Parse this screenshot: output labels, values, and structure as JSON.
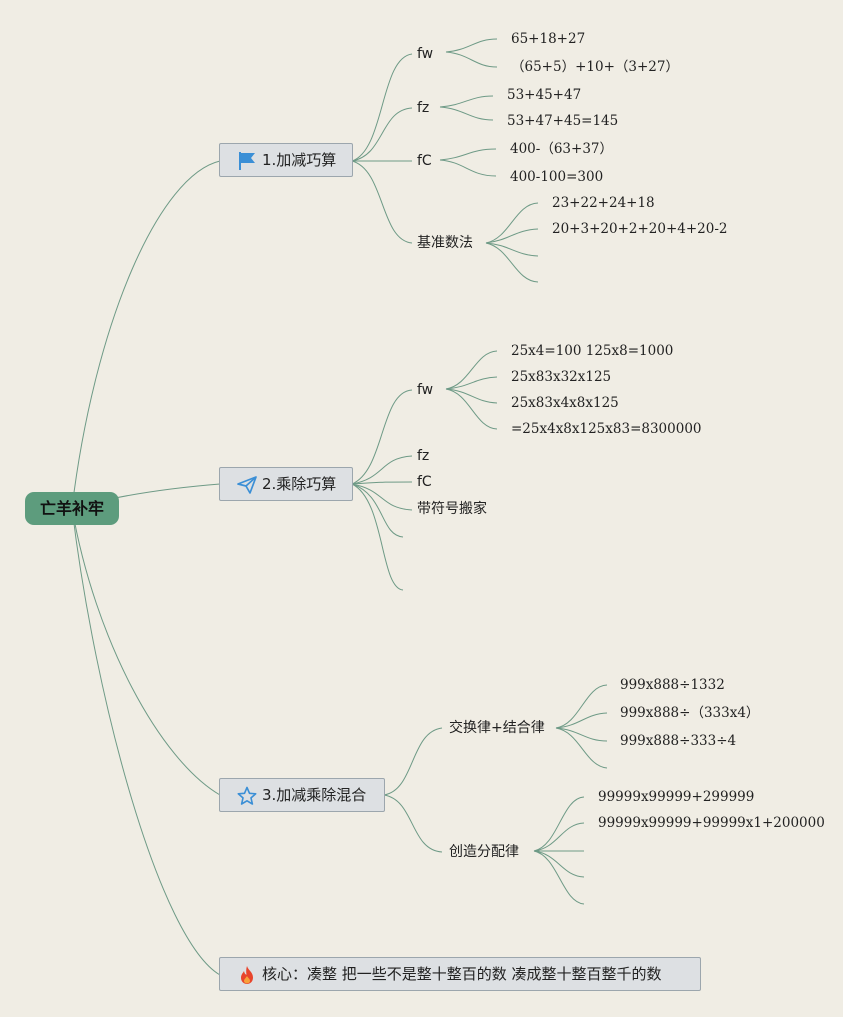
{
  "root": {
    "label": "亡羊补牢"
  },
  "branches": [
    {
      "label": "1.加减巧算",
      "icon": "flag-icon",
      "children": [
        {
          "label": "fw",
          "leaves": [
            "65+18+27",
            "（65+5）+10+（3+27）"
          ]
        },
        {
          "label": "fz",
          "leaves": [
            "53+45+47",
            "53+47+45=145"
          ]
        },
        {
          "label": "fC",
          "leaves": [
            "400-（63+37）",
            "400-100=300"
          ]
        },
        {
          "label": "基准数法",
          "leaves": [
            "23+22+24+18",
            "20+3+20+2+20+4+20-2",
            "",
            ""
          ]
        }
      ]
    },
    {
      "label": "2.乘除巧算",
      "icon": "paper-plane-icon",
      "children": [
        {
          "label": "fw",
          "leaves": [
            "25x4=100 125x8=1000",
            "25x83x32x125",
            "25x83x4x8x125",
            "=25x4x8x125x83=8300000"
          ]
        },
        {
          "label": "fz",
          "leaves": []
        },
        {
          "label": "fC",
          "leaves": []
        },
        {
          "label": "带符号搬家",
          "leaves": []
        },
        {
          "label": "",
          "leaves": []
        },
        {
          "label": "",
          "leaves": []
        }
      ]
    },
    {
      "label": "3.加减乘除混合",
      "icon": "star-icon",
      "children": [
        {
          "label": "交换律+结合律",
          "leaves": [
            "999x888÷1332",
            "999x888÷（333x4）",
            "999x888÷333÷4",
            ""
          ]
        },
        {
          "label": "创造分配律",
          "leaves": [
            "99999x99999+299999",
            "99999x99999+99999x1+200000",
            "",
            "",
            ""
          ]
        }
      ]
    },
    {
      "label": "核心：凑整 把一些不是整十整百的数 凑成整十整百整千的数",
      "icon": "fire-icon",
      "children": []
    }
  ],
  "colors": {
    "background": "#f0ede4",
    "root": "#5d9c7d",
    "line": "#6e9a86",
    "icon": "#3b8fd6",
    "fire": "#e8452c"
  }
}
